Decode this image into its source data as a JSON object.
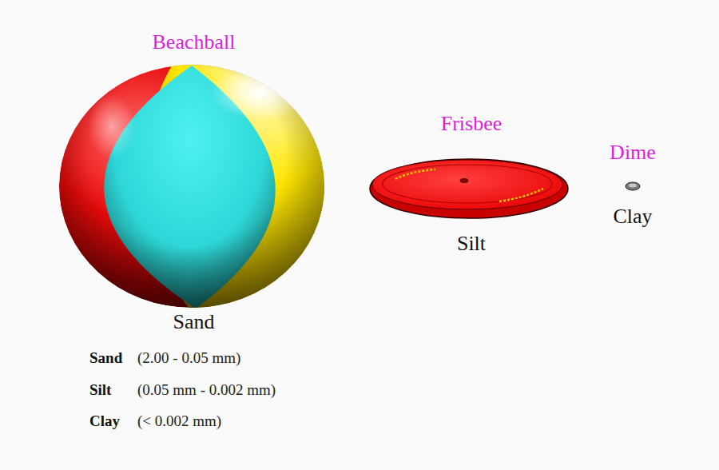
{
  "diagram": {
    "nodes": [
      {
        "text": [
          "Beachball",
          "Sand"
        ]
      },
      {
        "text": [
          "Frisbee",
          "Silt"
        ]
      },
      {
        "text": [
          "Dime",
          "Clay"
        ]
      }
    ],
    "labels": [
      "Sand",
      "(2.00 - 0.05 mm)",
      "Silt",
      "(0.05 mm - 0.002 mm)",
      "Clay",
      "(< 0.002 mm)"
    ]
  }
}
